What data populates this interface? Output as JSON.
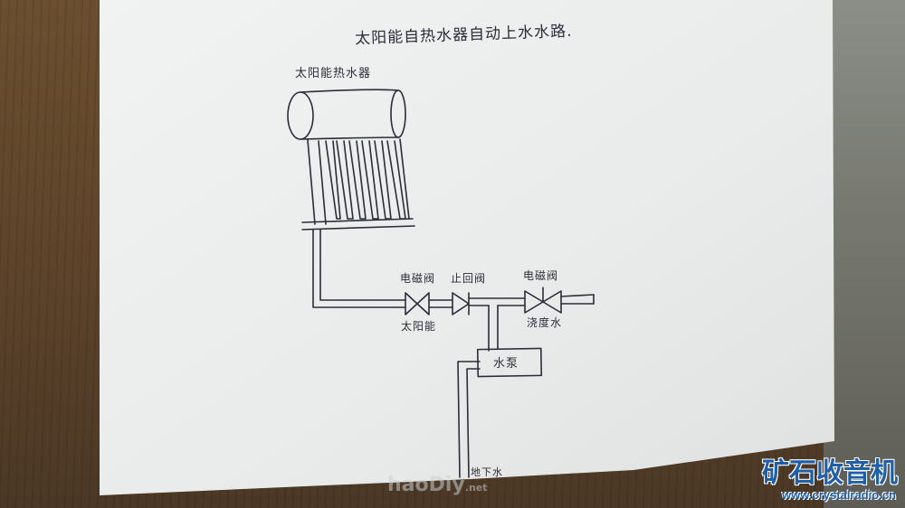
{
  "drawing": {
    "title": "太阳能自热水器自动上水水路.",
    "heater_label": "太阳能热水器",
    "valve_left_label": "电磁阀",
    "check_valve_label": "止回阀",
    "valve_right_label": "电磁阀",
    "below_left_label": "太阳能",
    "below_right_label": "浇度水",
    "pump_label": "水泵",
    "source_label": "地下水"
  },
  "watermarks": {
    "site_cn": "矿石收音机",
    "site_url": "www.crystalradio.cn",
    "forum": "haoDiy",
    "forum_suffix": ".net"
  },
  "colors": {
    "paper": "#eceeee",
    "ink": "#2a2d3a",
    "watermark_blue": "#1f5fa8"
  }
}
